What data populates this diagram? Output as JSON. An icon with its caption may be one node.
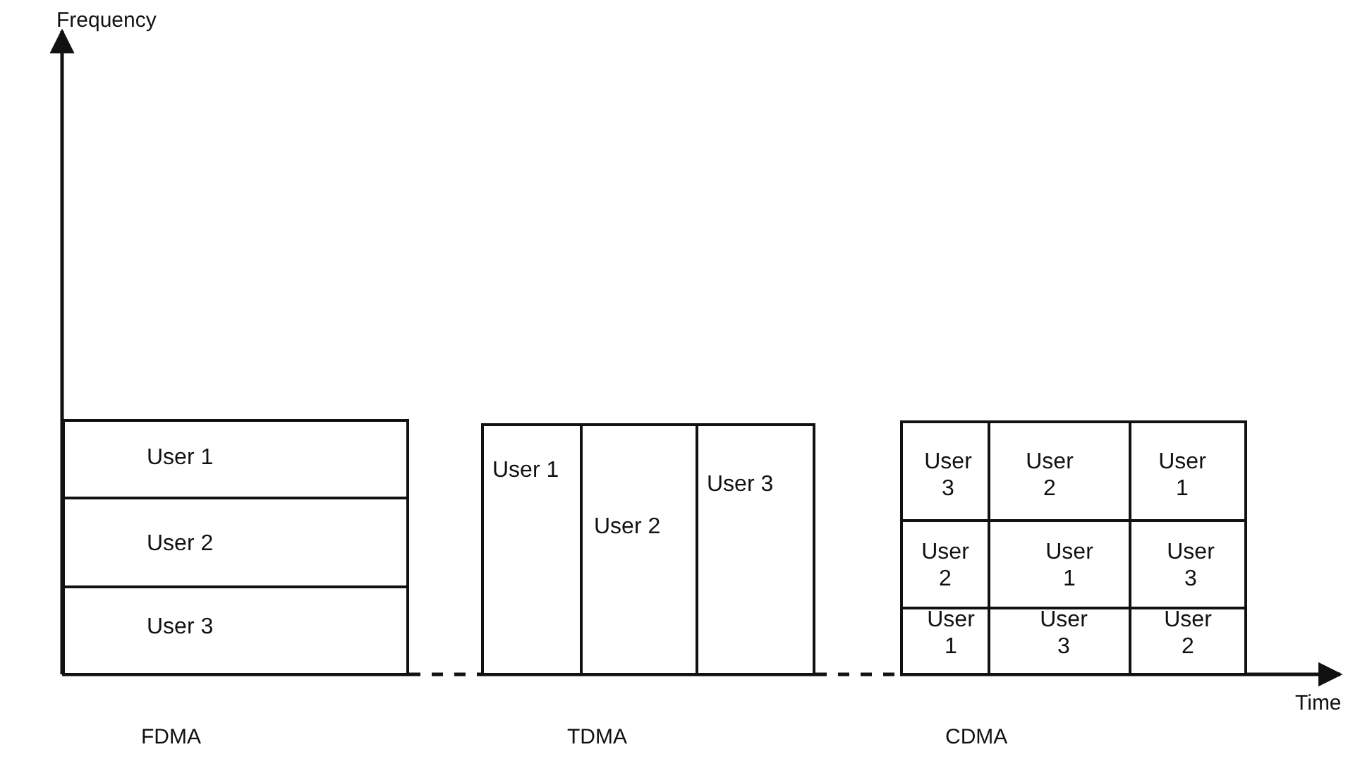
{
  "diagram": {
    "nodes": [
      {
        "text": [
          "User 1"
        ]
      },
      {
        "text": [
          "User 2"
        ]
      },
      {
        "text": [
          "User 3"
        ]
      },
      {
        "text": [
          "User 1"
        ]
      },
      {
        "text": [
          "User 2"
        ]
      },
      {
        "text": [
          "User 3"
        ]
      },
      {
        "text": [
          "User 3"
        ]
      },
      {
        "text": [
          "User 2"
        ]
      },
      {
        "text": [
          "User 1"
        ]
      },
      {
        "text": [
          "User 2"
        ]
      },
      {
        "text": [
          "User 1"
        ]
      },
      {
        "text": [
          "User 3"
        ]
      },
      {
        "text": [
          "User 1"
        ]
      },
      {
        "text": [
          "User 3"
        ]
      },
      {
        "text": [
          "User 2"
        ]
      }
    ],
    "labels": [
      "Frequency",
      "Time",
      "FDMA",
      "TDMA",
      "CDMA"
    ]
  }
}
